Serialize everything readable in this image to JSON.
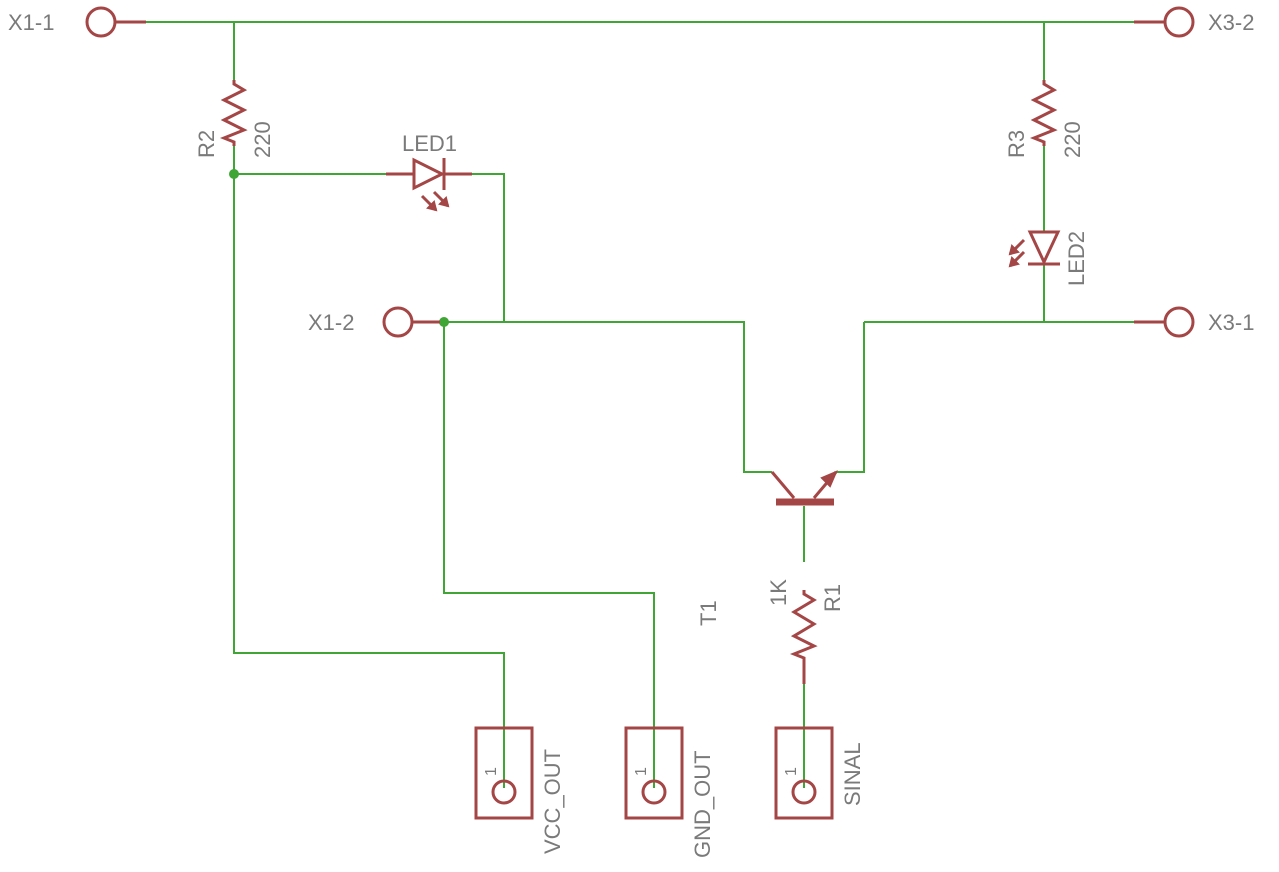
{
  "terminals": {
    "x1_1": "X1-1",
    "x1_2": "X1-2",
    "x3_2": "X3-2",
    "x3_1": "X3-1"
  },
  "resistors": {
    "r2": {
      "name": "R2",
      "value": "220"
    },
    "r3": {
      "name": "R3",
      "value": "220"
    },
    "r1": {
      "name": "R1",
      "value": "1K"
    }
  },
  "leds": {
    "led1": "LED1",
    "led2": "LED2"
  },
  "transistor": {
    "name": "T1"
  },
  "connectors": [
    {
      "name": "VCC_OUT",
      "pin": "1"
    },
    {
      "name": "GND_OUT",
      "pin": "1"
    },
    {
      "name": "SINAL",
      "pin": "1"
    }
  ],
  "colors": {
    "wire": "#3fa535",
    "symbol": "#a54646",
    "label": "#7a7a7a",
    "background": "#ffffff"
  }
}
